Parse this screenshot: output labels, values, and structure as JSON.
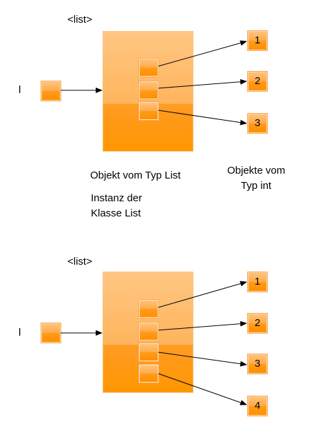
{
  "diagram1": {
    "type_label": "<list>",
    "var_label": "l",
    "caption_object": "Objekt vom Typ List",
    "caption_instance": [
      "Instanz der",
      "Klasse List"
    ],
    "caption_ints": [
      "Objekte vom",
      "Typ int"
    ],
    "ints": [
      "1",
      "2",
      "3"
    ]
  },
  "diagram2": {
    "type_label": "<list>",
    "var_label": "l",
    "ints": [
      "1",
      "2",
      "3",
      "4"
    ]
  },
  "colors": {
    "orange": "#ff9600",
    "orange_light": "#ffc784",
    "arrow": "#000000"
  }
}
